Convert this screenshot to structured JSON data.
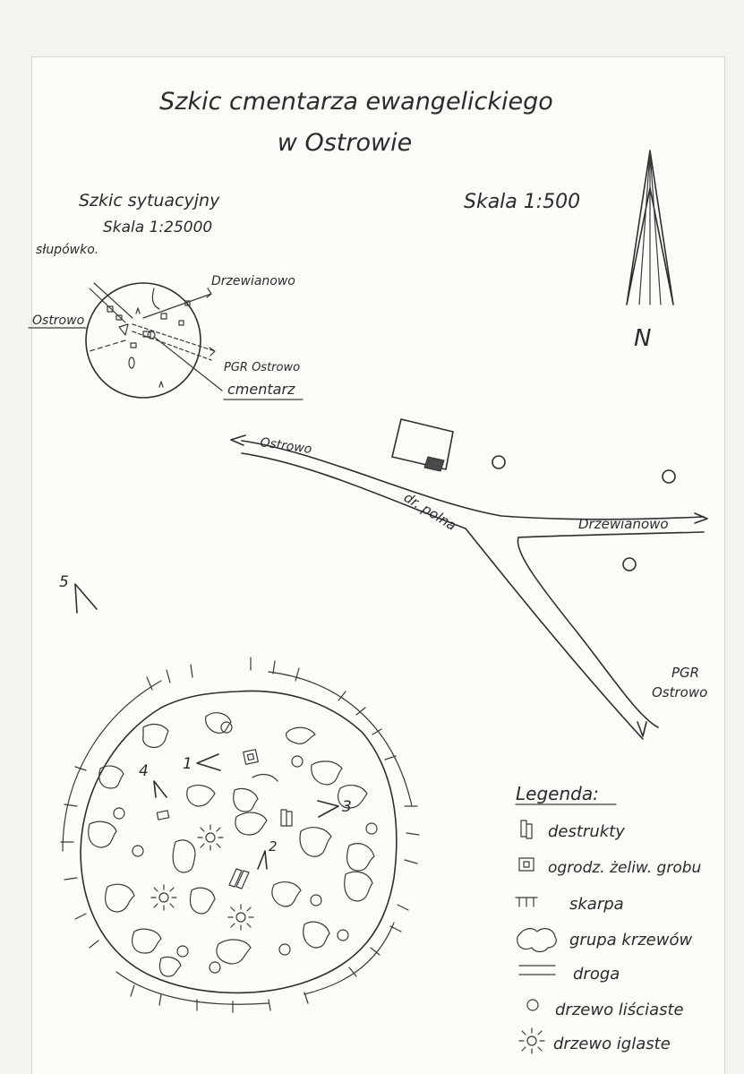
{
  "title_line1": "Szkic cmentarza ewangelickiego",
  "title_line2": "w Ostrowie",
  "scale": "Skala 1:500",
  "north": "N",
  "situation": {
    "title": "Szkic sytuacyjny",
    "scale": "Skala 1:25000",
    "labels": {
      "slupowko": "słupówko.",
      "drzewianowo": "Drzewianowo",
      "ostrowo": "Ostrowo",
      "pgr": "PGR Ostrowo",
      "cmentarz": "cmentarz"
    }
  },
  "roads": {
    "ostrowo": "Ostrowo",
    "polna": "dr. polna",
    "drzewianowo": "Drzewianowo",
    "pgr_line1": "PGR",
    "pgr_line2": "Ostrowo"
  },
  "view_marks": {
    "one": "1",
    "two": "2",
    "three": "3",
    "four": "4",
    "five": "5"
  },
  "legend": {
    "title": "Legenda:",
    "items": [
      {
        "icon": "ruin-icon",
        "label": "destrukty"
      },
      {
        "icon": "fence-icon",
        "label": "ogrodz. żeliw. grobu"
      },
      {
        "icon": "escarpment-icon",
        "label": "skarpa"
      },
      {
        "icon": "bush-icon",
        "label": "grupa krzewów"
      },
      {
        "icon": "road-icon",
        "label": "droga"
      },
      {
        "icon": "deciduous-tree-icon",
        "label": "drzewo liściaste"
      },
      {
        "icon": "conifer-tree-icon",
        "label": "drzewo iglaste"
      }
    ]
  },
  "colors": {
    "ink": "#2e2e2e",
    "paper": "#fbfbf7",
    "background": "#f4f4ef"
  }
}
